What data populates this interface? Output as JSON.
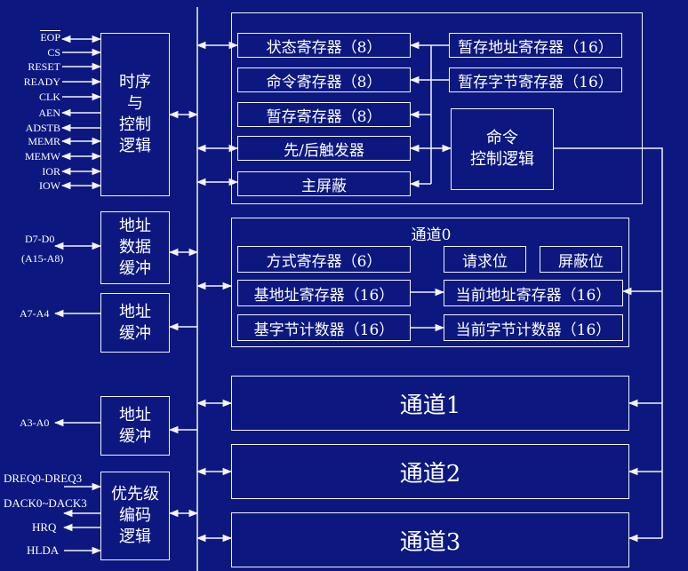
{
  "signals": {
    "eop": "EOP",
    "cs": "CS",
    "reset": "RESET",
    "ready": "READY",
    "clk": "CLK",
    "aen": "AEN",
    "adstb": "ADSTB",
    "memr": "MEMR",
    "memw": "MEMW",
    "ior": "IOR",
    "iow": "IOW",
    "data_bus": "D7-D0",
    "addr_high": "(A15-A8)",
    "addr_mid": "A7-A4",
    "addr_low": "A3-A0",
    "dreq": "DREQ0-DREQ3",
    "dack": "DACK0~DACK3",
    "hrq": "HRQ",
    "hlda": "HLDA"
  },
  "blocks": {
    "timing_line1": "时序",
    "timing_line2": "与",
    "timing_line3": "控制",
    "timing_line4": "逻辑",
    "data_buffer_line1": "地址",
    "data_buffer_line2": "数据",
    "data_buffer_line3": "缓冲",
    "addr_buffer_a_line1": "地址",
    "addr_buffer_a_line2": "缓冲",
    "addr_buffer_b_line1": "地址",
    "addr_buffer_b_line2": "缓冲",
    "priority_line1": "优先级",
    "priority_line2": "编码",
    "priority_line3": "逻辑"
  },
  "registers": {
    "status": "状态寄存器（8）",
    "command": "命令寄存器（8）",
    "temp": "暂存寄存器（8）",
    "flipflop": "先/后触发器",
    "master_mask": "主屏蔽",
    "temp_address": "暂存地址寄存器（16）",
    "temp_count": "暂存字节寄存器（16）",
    "cmd_ctrl_line1": "命令",
    "cmd_ctrl_line2": "控制逻辑"
  },
  "channel0": {
    "title": "通道0",
    "mode": "方式寄存器（6）",
    "request": "请求位",
    "mask": "屏蔽位",
    "base_address": "基地址寄存器（16）",
    "current_address": "当前地址寄存器（16）",
    "base_count": "基字节计数器（16）",
    "current_count": "当前字节计数器（16）"
  },
  "channels": {
    "ch1": "通道1",
    "ch2": "通道2",
    "ch3": "通道3"
  },
  "colors": {
    "background": "#0c1880",
    "lines": "#f4f4f4"
  }
}
